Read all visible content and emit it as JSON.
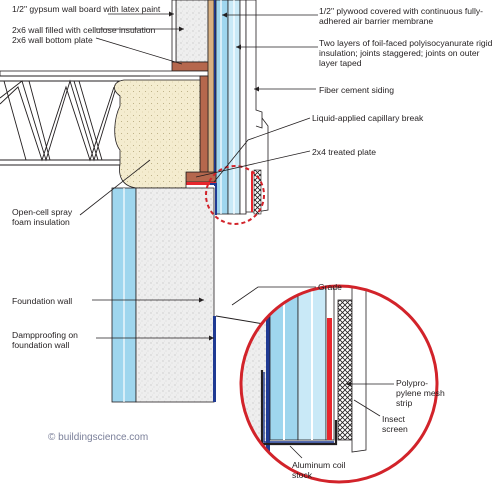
{
  "labels": {
    "gypsum": "1/2\" gypsum wall board with latex paint",
    "plywood": "1/2\" plywood covered with continuous fully-adhered air barrier membrane",
    "wall_2x6": "2x6 wall filled with cellulose insulation",
    "bottom_plate": "2x6 wall bottom plate",
    "polyiso": "Two layers of foil-faced polyisocyanurate rigid insulation; joints staggered; joints on outer layer taped",
    "siding": "Fiber cement siding",
    "capillary": "Liquid-applied capillary break",
    "treated_plate": "2x4 treated plate",
    "spray_foam": "Open-cell spray foam insulation",
    "grade": "Grade",
    "foundation": "Foundation wall",
    "dampproofing": "Dampproofing on foundation wall",
    "mesh": "Polypro-pylene mesh strip",
    "insect": "Insect screen",
    "coil": "Aluminum coil stock"
  },
  "copyright": "© buildingscience.com",
  "colors": {
    "line": "#231f20",
    "insulation_blue": "#9fd6ee",
    "insulation_light": "#c9e9f7",
    "wood": "#b5674d",
    "foam": "#f3ebcf",
    "concrete": "#f2f2f2",
    "callout_red": "#d2232a",
    "membrane_blue": "#1f3a93",
    "capillary_red": "#e8262d",
    "copyright_text": "#7a7f99"
  }
}
